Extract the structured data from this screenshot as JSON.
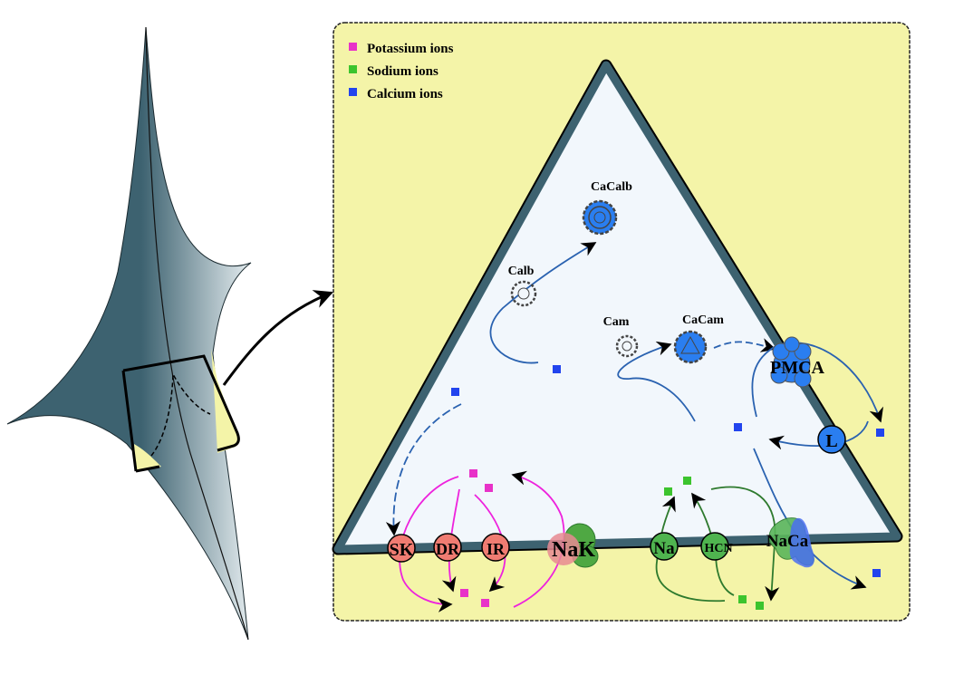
{
  "legend": {
    "items": [
      {
        "label": "Potassium ions",
        "color": "#e832c8"
      },
      {
        "label": "Sodium ions",
        "color": "#3cc42e"
      },
      {
        "label": "Calcium ions",
        "color": "#2244ee"
      }
    ]
  },
  "colors": {
    "panel_bg": "#f4f4a8",
    "cell_interior": "#f2f7fc",
    "membrane": "#3d6270",
    "potassium_flux": "#ee22dd",
    "sodium_flux": "#2e7a2e",
    "calcium_flux": "#2a62b0",
    "k_channel": "#f07c72",
    "na_channel": "#4fb44f",
    "ca_protein": "#2a7ef0"
  },
  "buffers": {
    "calb": "Calb",
    "cacalb": "CaCalb",
    "cam": "Cam",
    "cacam": "CaCam"
  },
  "channels": {
    "sk": "SK",
    "dr": "DR",
    "ir": "IR",
    "nak": "NaK",
    "na": "Na",
    "hcn": "HCN",
    "naca": "NaCa",
    "pmca": "PMCA",
    "l": "L"
  }
}
